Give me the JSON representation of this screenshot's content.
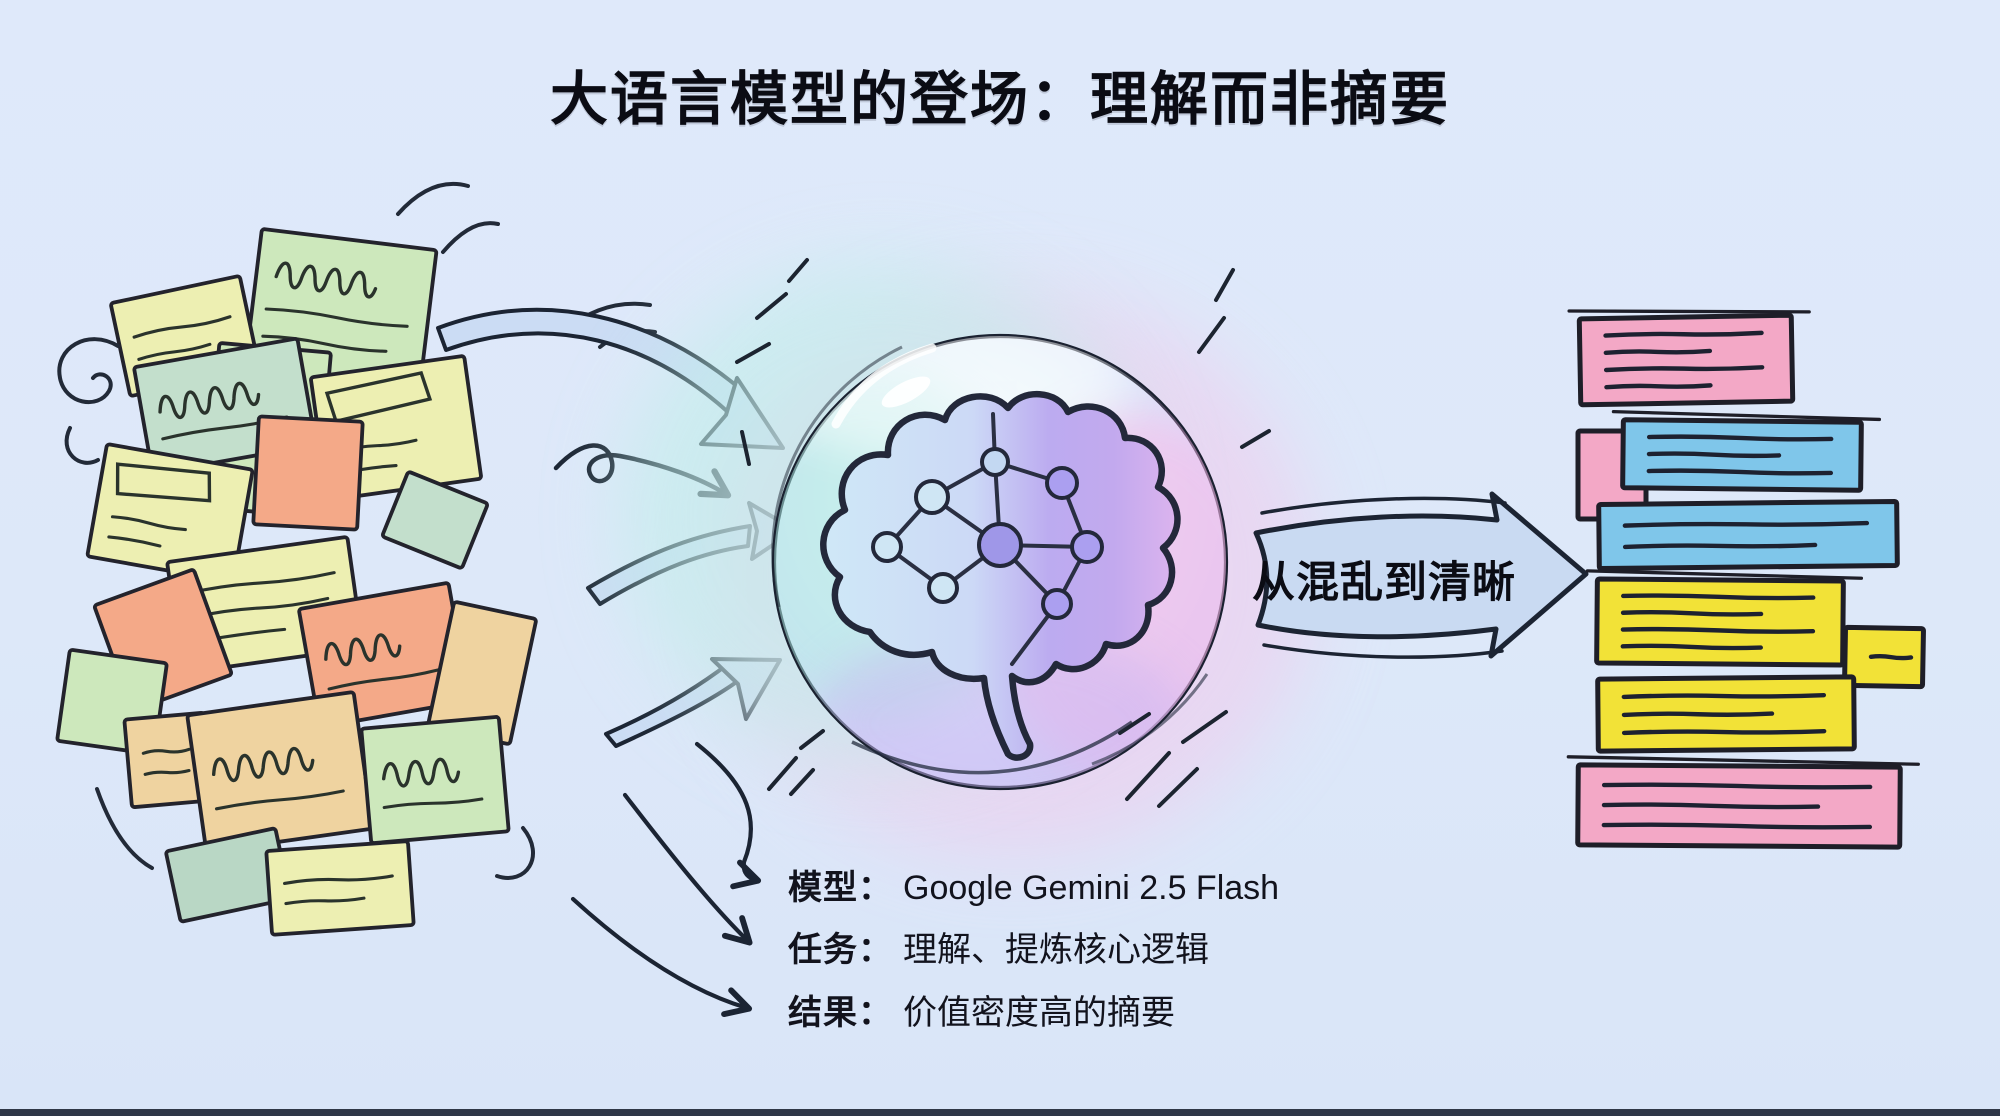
{
  "title": "大语言模型的登场：理解而非摘要",
  "flow_arrow": {
    "label": "从混乱到清晰"
  },
  "details": [
    {
      "label": "模型：",
      "value": "Google Gemini 2.5 Flash"
    },
    {
      "label": "任务：",
      "value": "理解、提炼核心逻辑"
    },
    {
      "label": "结果：",
      "value": "价值密度高的摘要"
    }
  ],
  "icons": {
    "left": "messy-sticky-notes-pile",
    "center": "brain-network-in-bubble",
    "flow": "right-flow-arrow",
    "right": "organized-notes-stack",
    "bullet": "chevron-arrow"
  },
  "colors": {
    "background": "#dde8f9",
    "ink": "#1b2230",
    "scribble": "#2a332c",
    "note_yellow": "#edefb2",
    "note_green": "#cde8bc",
    "note_mint": "#c3dfcc",
    "note_teal": "#b9d7c5",
    "note_orange": "#f4a988",
    "note_tan": "#efd3a0",
    "bar_pink": "#f3a8c6",
    "bar_blue": "#7fc6ea",
    "bar_yellow": "#f2e237",
    "arrow_fill": "#cbdcf4",
    "bubble_cyan": "#bfefe9",
    "bubble_pink": "#f2c9ec",
    "brain_blue": "#cfe8f7",
    "brain_purple": "#bcabf0",
    "node_blue": "#cfe6f4",
    "node_purple": "#ab9ff0"
  }
}
